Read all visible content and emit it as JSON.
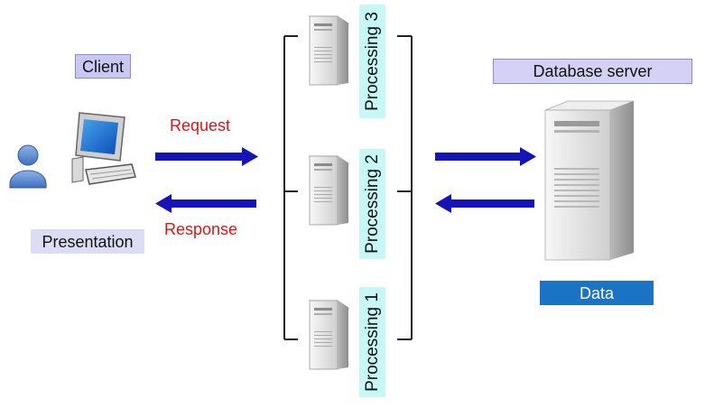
{
  "client": {
    "label": "Client",
    "sublabel": "Presentation"
  },
  "flow": {
    "request": "Request",
    "response": "Response"
  },
  "processing": [
    {
      "label": "Processing 3"
    },
    {
      "label": "Processing 2"
    },
    {
      "label": "Processing 1"
    }
  ],
  "database": {
    "label": "Database server",
    "sublabel": "Data"
  },
  "icons": {
    "user": "user-icon",
    "computer": "desktop-computer-icon",
    "server": "server-tower-icon",
    "arrow": "arrow-icon"
  },
  "colors": {
    "arrow": "#1414b8",
    "request_text": "#e01414",
    "processing_label_bg": "#c7f7f7",
    "client_label_bg": "#c9c7f4",
    "data_label_bg": "#1a73c4"
  }
}
